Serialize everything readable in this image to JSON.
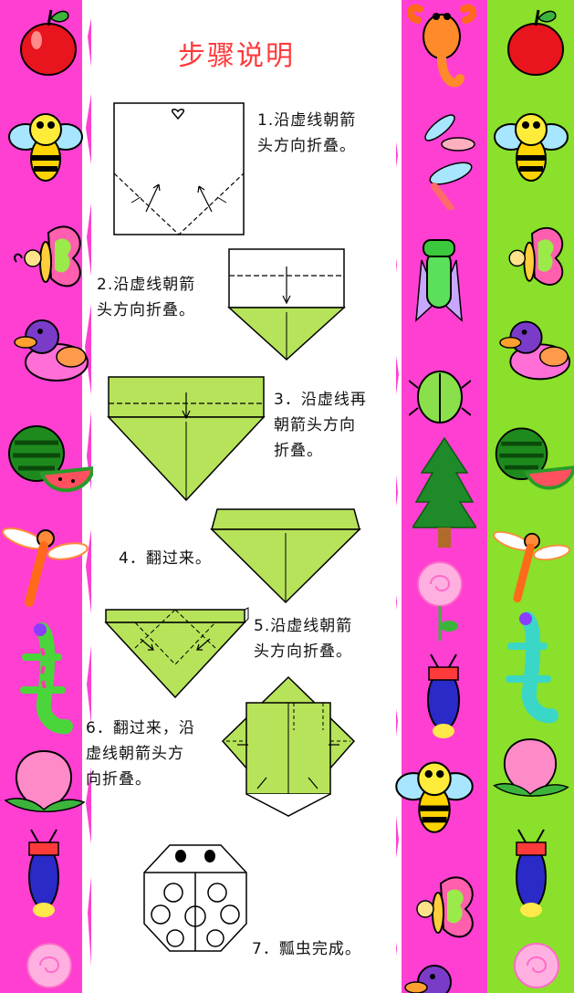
{
  "title": "步骤说明",
  "steps": [
    {
      "text": "1.沿虚线朝箭\n头方向折叠。"
    },
    {
      "text": "2.沿虚线朝箭\n头方向折叠。"
    },
    {
      "text": "3．沿虚线再\n朝箭头方向\n折叠。"
    },
    {
      "text": "4．翻过来。"
    },
    {
      "text": "5.沿虚线朝箭\n头方向折叠。"
    },
    {
      "text": "6．翻过来，沿\n虚线朝箭头方\n向折叠。"
    },
    {
      "text": "7．瓢虫完成。"
    }
  ],
  "colors": {
    "paper_green": "#b6e35a",
    "border_pink": "#ff3fd2",
    "border_green": "#8ae02a",
    "title_red": "#ff3a3a"
  },
  "decorations": [
    "apple-icon",
    "bee-icon",
    "butterfly-icon",
    "duck-icon",
    "watermelon-icon",
    "dragonfly-icon",
    "lizard-icon",
    "peach-icon",
    "firefly-icon",
    "rose-icon",
    "scorpion-icon",
    "cicada-icon",
    "beetle-icon",
    "pine-tree-icon"
  ]
}
